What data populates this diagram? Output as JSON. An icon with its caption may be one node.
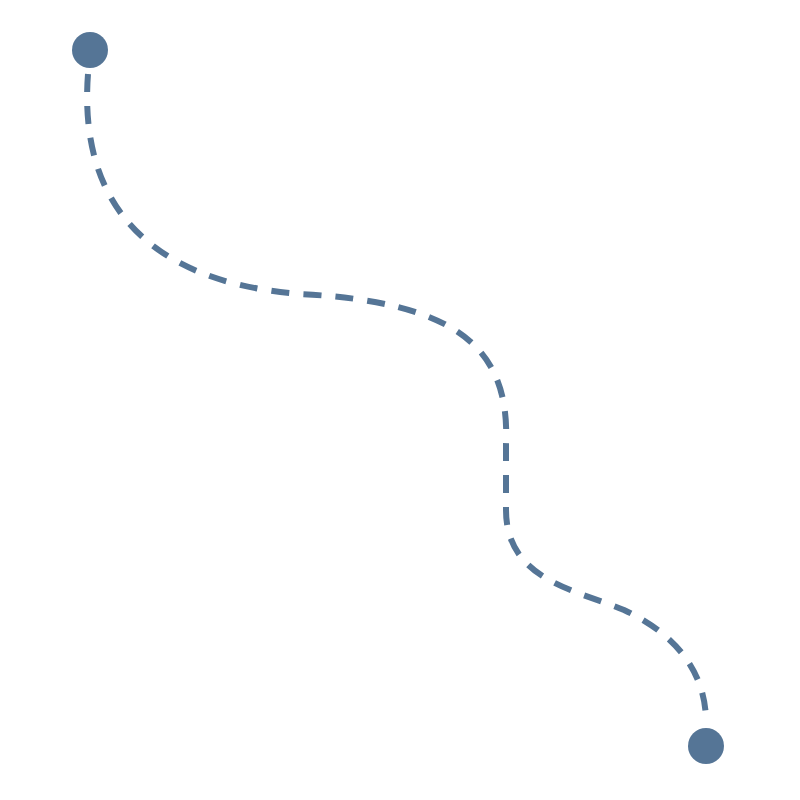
{
  "diagram": {
    "nodes": [
      {
        "text": [],
        "shape": "circle"
      },
      {
        "text": [],
        "shape": "circle"
      }
    ],
    "edges": [
      {
        "from": 0,
        "to": 1,
        "arrow": "none",
        "style": "dashed"
      }
    ]
  }
}
